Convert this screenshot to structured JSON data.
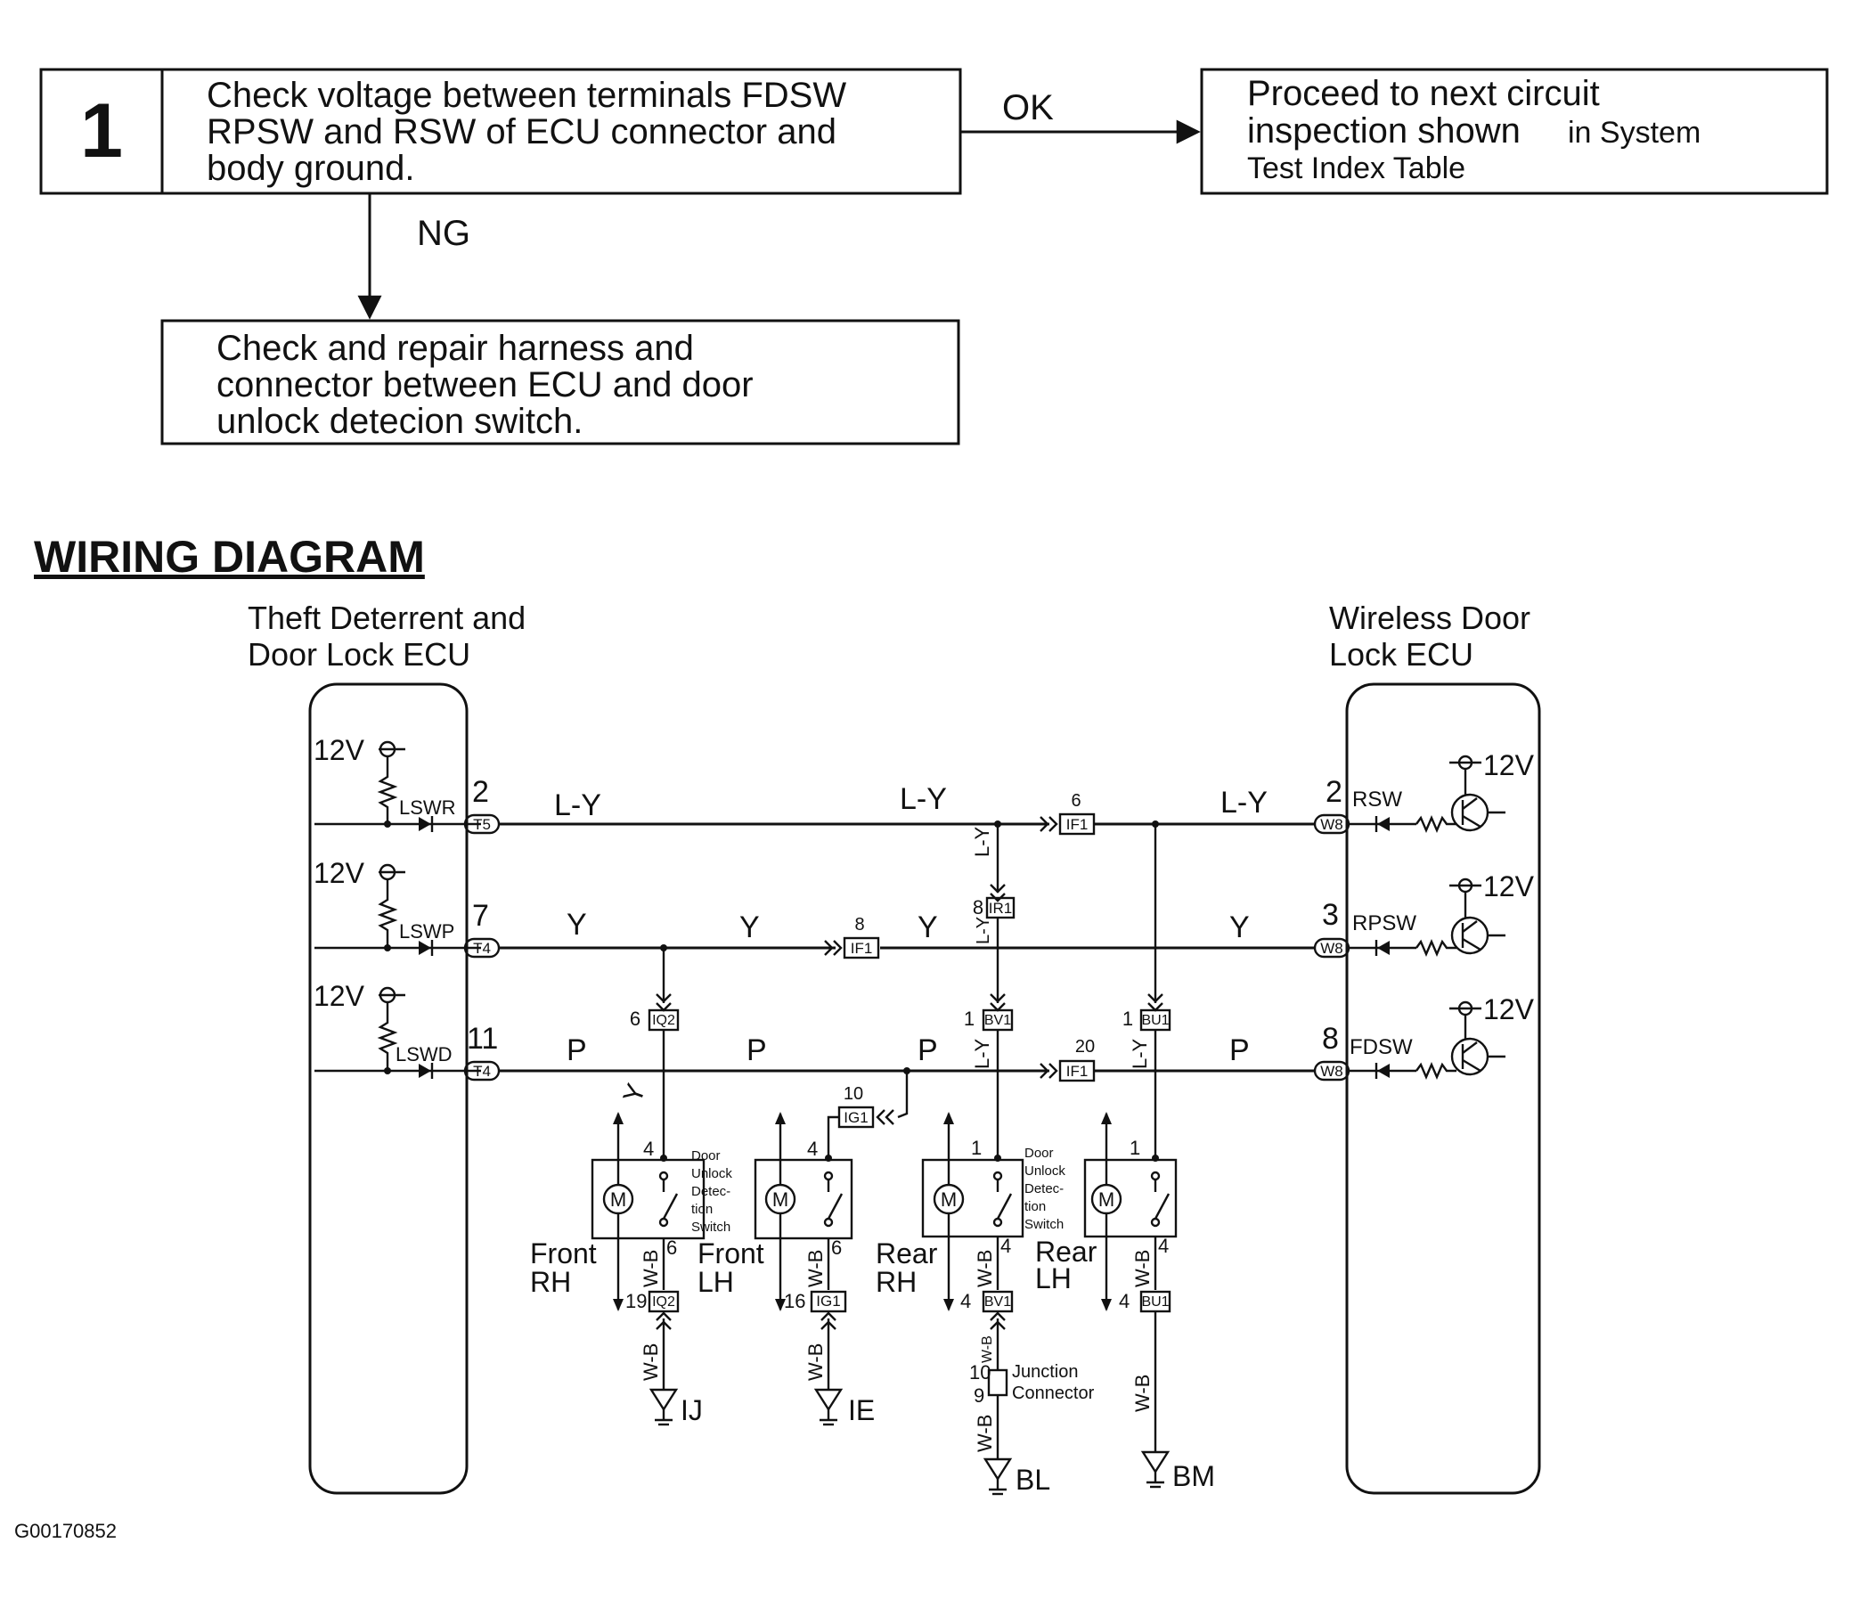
{
  "flowchart": {
    "step_number": "1",
    "step_lines": [
      "Check voltage between terminals FDSW",
      "RPSW and RSW of ECU connector and",
      "body ground."
    ],
    "ok_label": "OK",
    "ng_label": "NG",
    "ok_result_lines": [
      "Proceed to next circuit",
      "inspection shown",
      "in System",
      "Test Index Table"
    ],
    "ng_result_lines": [
      "Check and repair harness and",
      "connector between ECU and door",
      "unlock detecion switch."
    ]
  },
  "wiring": {
    "heading": "WIRING DIAGRAM",
    "left_ecu": [
      "Theft Deterrent and",
      "Door Lock ECU"
    ],
    "right_ecu": [
      "Wireless Door",
      "Lock ECU"
    ],
    "supply": "12V",
    "left_terminals": [
      {
        "name": "LSWR",
        "pin": "2",
        "conn": "T5"
      },
      {
        "name": "LSWP",
        "pin": "7",
        "conn": "T4"
      },
      {
        "name": "LSWD",
        "pin": "11",
        "conn": "T4"
      }
    ],
    "right_terminals": [
      {
        "name": "RSW",
        "pin": "2",
        "conn": "W8"
      },
      {
        "name": "RPSW",
        "pin": "3",
        "conn": "W8"
      },
      {
        "name": "FDSW",
        "pin": "8",
        "conn": "W8"
      }
    ],
    "wire_colors": {
      "ly": "L-Y",
      "y": "Y",
      "p": "P",
      "wb": "W-B"
    },
    "connectors": [
      {
        "pin": "6",
        "id": "IF1"
      },
      {
        "pin": "8",
        "id": "IR1"
      },
      {
        "pin": "8",
        "id": "IF1"
      },
      {
        "pin": "6",
        "id": "IQ2"
      },
      {
        "pin": "1",
        "id": "BV1"
      },
      {
        "pin": "1",
        "id": "BU1"
      },
      {
        "pin": "20",
        "id": "IF1"
      },
      {
        "pin": "10",
        "id": "IG1"
      },
      {
        "pin": "19",
        "id": "IQ2"
      },
      {
        "pin": "16",
        "id": "IG1"
      },
      {
        "pin": "4",
        "id": "BV1"
      },
      {
        "pin": "4",
        "id": "BU1"
      }
    ],
    "door_units": [
      {
        "line1": "Front",
        "line2": "RH",
        "top_pin": "4",
        "bottom_pin": "6"
      },
      {
        "line1": "Front",
        "line2": "LH",
        "top_pin": "4",
        "bottom_pin": "6"
      },
      {
        "line1": "Rear",
        "line2": "RH",
        "top_pin": "1",
        "bottom_pin": "4"
      },
      {
        "line1": "Rear",
        "line2": "LH",
        "top_pin": "1",
        "bottom_pin": "4"
      }
    ],
    "switch_label": [
      "Door",
      "Unlock",
      "Detec-",
      "tion",
      "Switch"
    ],
    "motor": "M",
    "junction": {
      "pin_a": "10",
      "pin_b": "9",
      "label": [
        "Junction",
        "Connector"
      ]
    },
    "grounds": [
      "IJ",
      "IE",
      "BL",
      "BM"
    ]
  },
  "figure_id": "G00170852"
}
